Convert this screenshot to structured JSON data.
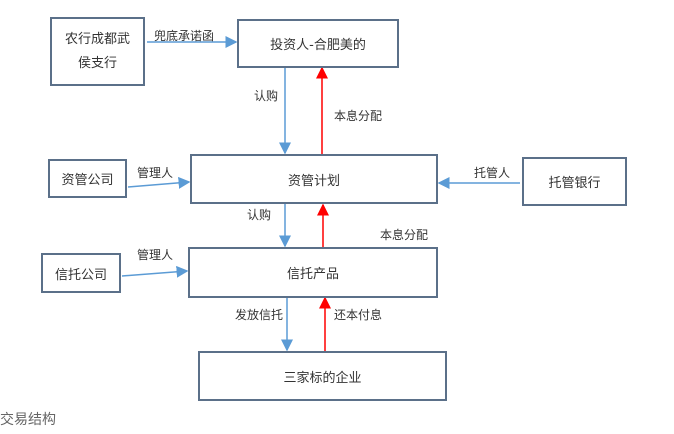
{
  "nodes": {
    "bank": "农行成都武侯支行",
    "investor": "投资人-合肥美的",
    "asset_mgmt_company": "资管公司",
    "asset_mgmt_plan": "资管计划",
    "custodian_bank": "托管银行",
    "trust_company": "信托公司",
    "trust_product": "信托产品",
    "target_companies": "三家标的企业"
  },
  "edges": {
    "guarantee_letter": "兜底承诺函",
    "subscribe_1": "认购",
    "distribution_1": "本息分配",
    "manager_1": "管理人",
    "custodian": "托管人",
    "subscribe_2": "认购",
    "distribution_2": "本息分配",
    "manager_2": "管理人",
    "issue_trust": "发放信托",
    "repay": "还本付息"
  },
  "caption": "交易结构",
  "colors": {
    "blue_arrow": "#5b9bd5",
    "red_arrow": "#ff0000",
    "box_border": "#5b7089"
  }
}
